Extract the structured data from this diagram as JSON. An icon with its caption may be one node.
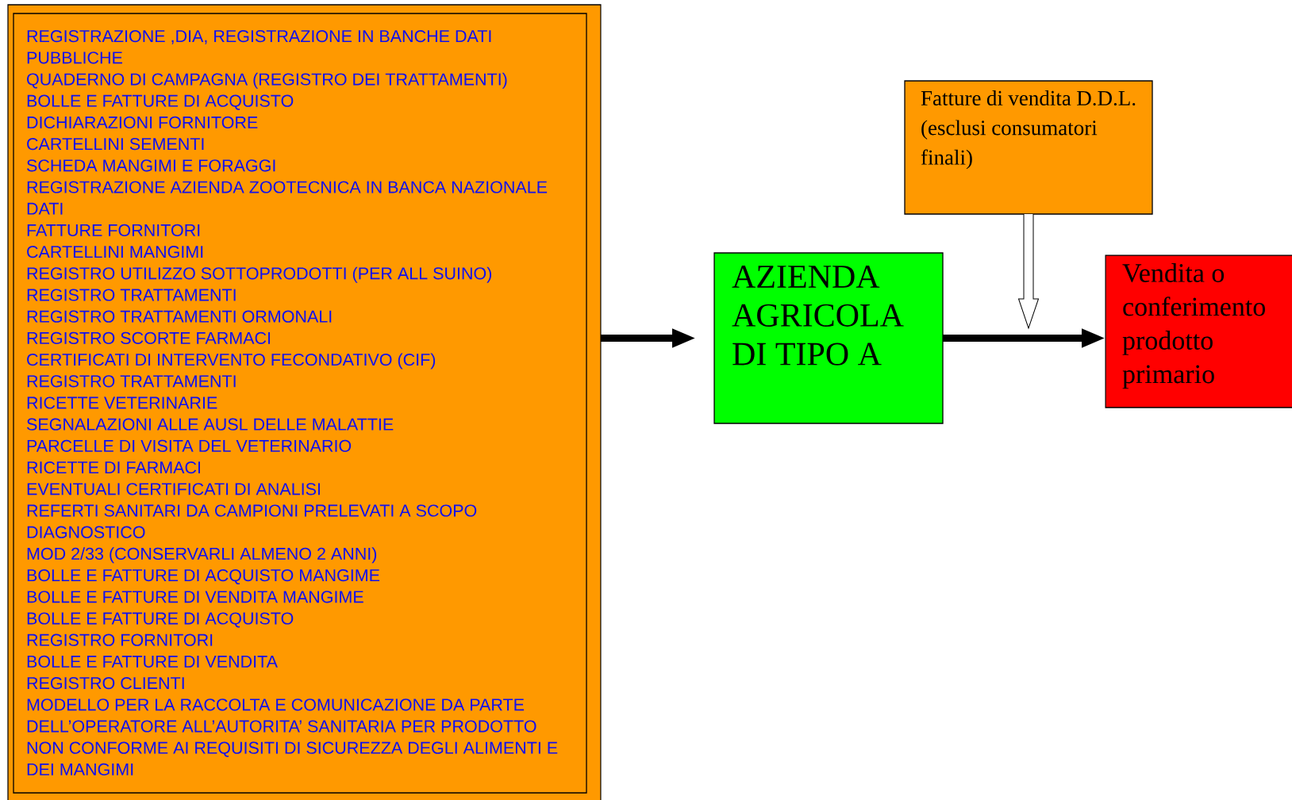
{
  "diagram": {
    "nodes": [
      {
        "text": [
          "REGISTRAZIONE ,DIA, REGISTRAZIONE IN BANCHE DATI PUBBLICHE",
          "QUADERNO DI CAMPAGNA (REGISTRO DEI TRATTAMENTI)",
          "BOLLE E FATTURE DI ACQUISTO",
          "DICHIARAZIONI FORNITORE",
          "CARTELLINI SEMENTI",
          "SCHEDA  MANGIMI E FORAGGI",
          "REGISTRAZIONE AZIENDA ZOOTECNICA IN BANCA NAZIONALE DATI",
          "FATTURE FORNITORI",
          "CARTELLINI MANGIMI",
          "REGISTRO UTILIZZO SOTTOPRODOTTI (PER ALL SUINO)",
          "REGISTRO TRATTAMENTI",
          "REGISTRO TRATTAMENTI ORMONALI",
          "REGISTRO SCORTE FARMACI",
          "CERTIFICATI DI INTERVENTO FECONDATIVO (CIF)",
          "REGISTRO TRATTAMENTI",
          "RICETTE VETERINARIE",
          "SEGNALAZIONI ALLE AUSL DELLE MALATTIE",
          "PARCELLE DI VISITA DEL VETERINARIO",
          "RICETTE DI FARMACI",
          "EVENTUALI CERTIFICATI DI ANALISI",
          "REFERTI SANITARI DA CAMPIONI PRELEVATI A SCOPO DIAGNOSTICO",
          "MOD 2/33 (CONSERVARLI ALMENO 2 ANNI)",
          "BOLLE E FATTURE DI ACQUISTO MANGIME",
          "BOLLE E FATTURE DI VENDITA MANGIME",
          "BOLLE E FATTURE DI ACQUISTO",
          "REGISTRO FORNITORI",
          "BOLLE E FATTURE DI VENDITA",
          "REGISTRO CLIENTI",
          "MODELLO PER LA RACCOLTA E COMUNICAZIONE DA PARTE DELL’OPERATORE ALL’AUTORITA’ SANITARIA PER PRODOTTO NON CONFORME AI REQUISITI DI SICUREZZA DEGLI ALIMENTI E DEI MANGIMI"
        ]
      },
      {
        "text": [
          "AZIENDA AGRICOLA DI TIPO A"
        ]
      },
      {
        "text": [
          "Fatture di vendita D.D.L. (esclusi consumatori finali)"
        ]
      },
      {
        "text": [
          "Vendita o conferimento prodotto primario"
        ]
      }
    ],
    "edges": [
      {
        "from": 0,
        "to": 1,
        "arrow": "to"
      },
      {
        "from": 1,
        "to": 3,
        "arrow": "to"
      },
      {
        "from": 2,
        "to": null,
        "arrow": "to"
      }
    ]
  }
}
